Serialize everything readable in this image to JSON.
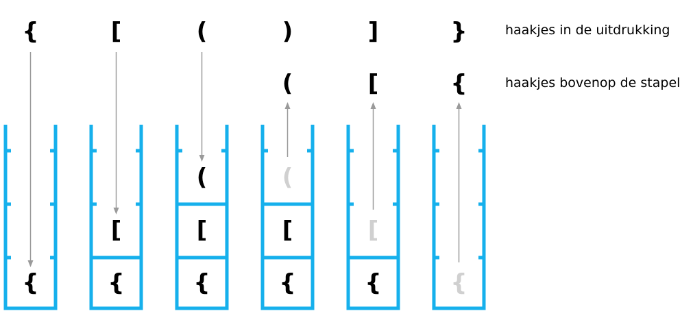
{
  "labels": {
    "expression_row": "haakjes in de uitdrukking",
    "stack_top_row": "haakjes bovenop de stapel"
  },
  "colors": {
    "stack_wall": "#16b0ec",
    "arrow": "#9a9a9a",
    "symbol": "#000000",
    "faded_symbol": "#d0d0d0"
  },
  "steps": [
    {
      "expression_symbol": "{",
      "top_symbol": "",
      "arrow": "push",
      "stack": [
        {
          "symbol": "{",
          "faded": false
        }
      ]
    },
    {
      "expression_symbol": "[",
      "top_symbol": "",
      "arrow": "push",
      "stack": [
        {
          "symbol": "{",
          "faded": false
        },
        {
          "symbol": "[",
          "faded": false
        }
      ]
    },
    {
      "expression_symbol": "(",
      "top_symbol": "",
      "arrow": "push",
      "stack": [
        {
          "symbol": "{",
          "faded": false
        },
        {
          "symbol": "[",
          "faded": false
        },
        {
          "symbol": "(",
          "faded": false
        }
      ]
    },
    {
      "expression_symbol": ")",
      "top_symbol": "(",
      "arrow": "pop",
      "stack": [
        {
          "symbol": "{",
          "faded": false
        },
        {
          "symbol": "[",
          "faded": false
        },
        {
          "symbol": "(",
          "faded": true
        }
      ]
    },
    {
      "expression_symbol": "]",
      "top_symbol": "[",
      "arrow": "pop",
      "stack": [
        {
          "symbol": "{",
          "faded": false
        },
        {
          "symbol": "[",
          "faded": true
        }
      ]
    },
    {
      "expression_symbol": "}",
      "top_symbol": "{",
      "arrow": "pop",
      "stack": [
        {
          "symbol": "{",
          "faded": true
        }
      ]
    }
  ]
}
